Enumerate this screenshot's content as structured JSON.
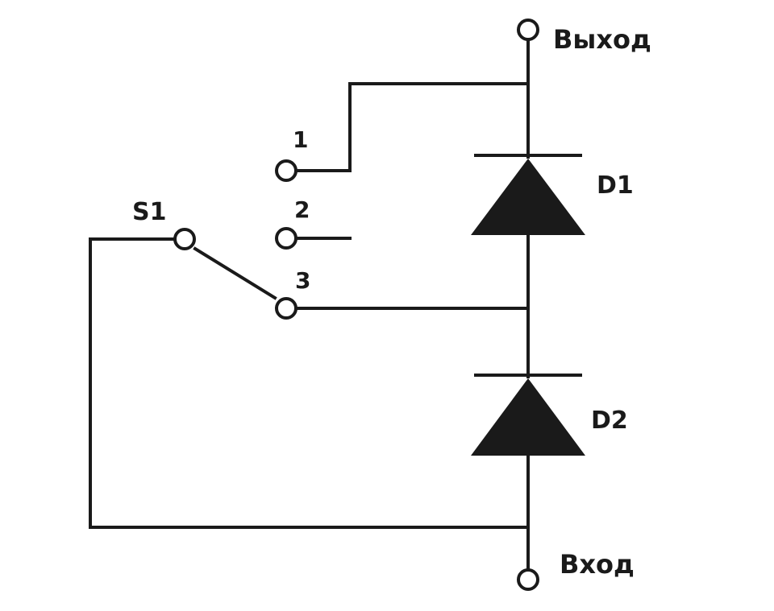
{
  "labels": {
    "output": "Выход",
    "input": "Вход",
    "switch": "S1",
    "diode_top": "D1",
    "diode_bottom": "D2",
    "pos1": "1",
    "pos2": "2",
    "pos3": "3"
  },
  "colors": {
    "ink": "#1a1a1a",
    "background": "#ffffff"
  }
}
